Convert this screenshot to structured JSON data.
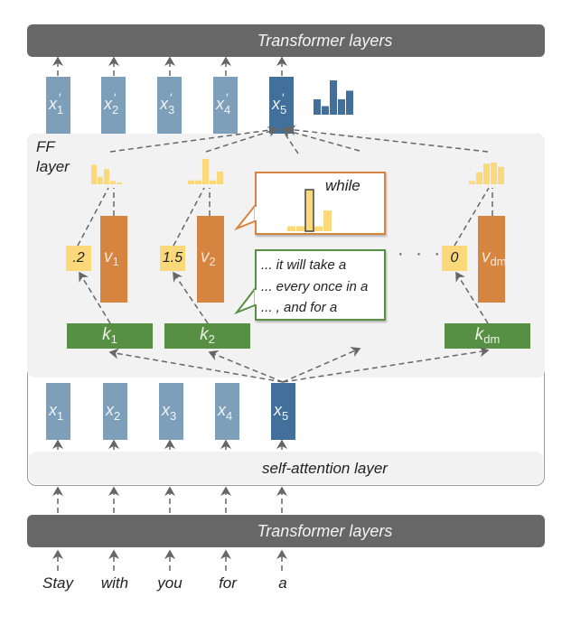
{
  "top_bar": {
    "label": "Transformer layers"
  },
  "bottom_bar": {
    "label": "Transformer layers"
  },
  "self_attention": {
    "label": "self-attention layer"
  },
  "ff_layer": {
    "label_line1": "FF",
    "label_line2": "layer"
  },
  "outputs": [
    {
      "base": "x",
      "sub": "1",
      "prime": "′",
      "highlight": false
    },
    {
      "base": "x",
      "sub": "2",
      "prime": "′",
      "highlight": false
    },
    {
      "base": "x",
      "sub": "3",
      "prime": "′",
      "highlight": false
    },
    {
      "base": "x",
      "sub": "4",
      "prime": "′",
      "highlight": false
    },
    {
      "base": "x",
      "sub": "5",
      "prime": "′",
      "highlight": true
    }
  ],
  "inputs": [
    {
      "base": "x",
      "sub": "1",
      "highlight": false
    },
    {
      "base": "x",
      "sub": "2",
      "highlight": false
    },
    {
      "base": "x",
      "sub": "3",
      "highlight": false
    },
    {
      "base": "x",
      "sub": "4",
      "highlight": false
    },
    {
      "base": "x",
      "sub": "5",
      "highlight": true
    }
  ],
  "words": [
    "Stay",
    "with",
    "you",
    "for",
    "a"
  ],
  "memories": [
    {
      "key": "k",
      "key_sub": "1",
      "value": "v",
      "value_sub": "1",
      "coefficient": ".2"
    },
    {
      "key": "k",
      "key_sub": "2",
      "value": "v",
      "value_sub": "2",
      "coefficient": "1.5"
    },
    {
      "key": "k",
      "key_sub": "dm",
      "value": "v",
      "value_sub": "dm",
      "coefficient": "0"
    }
  ],
  "ellipsis": "· · ·",
  "value_histograms": [
    [
      0.9,
      0.35,
      0.7,
      0.15,
      0.08
    ],
    [
      0.15,
      0.15,
      1.0,
      0.15,
      0.5
    ],
    [
      0.15,
      0.55,
      0.95,
      1.0,
      0.8
    ]
  ],
  "output_histogram": [
    0.45,
    0.25,
    1.0,
    0.45,
    0.7
  ],
  "value_bubble": {
    "word": "while",
    "histogram": [
      0.12,
      0.12,
      1.0,
      0.12,
      0.5
    ],
    "highlight_index": 2
  },
  "key_bubble": {
    "lines": [
      "... it will take a",
      "... every once in a",
      "... , and for a"
    ]
  },
  "colors": {
    "transformer_bar": "#676767",
    "token_box": "#7d9fba",
    "token_box_highlight": "#43709a",
    "value": "#d58540",
    "key": "#578f45",
    "coefficient": "#fbd97a",
    "panel": "#f2f2f2"
  }
}
